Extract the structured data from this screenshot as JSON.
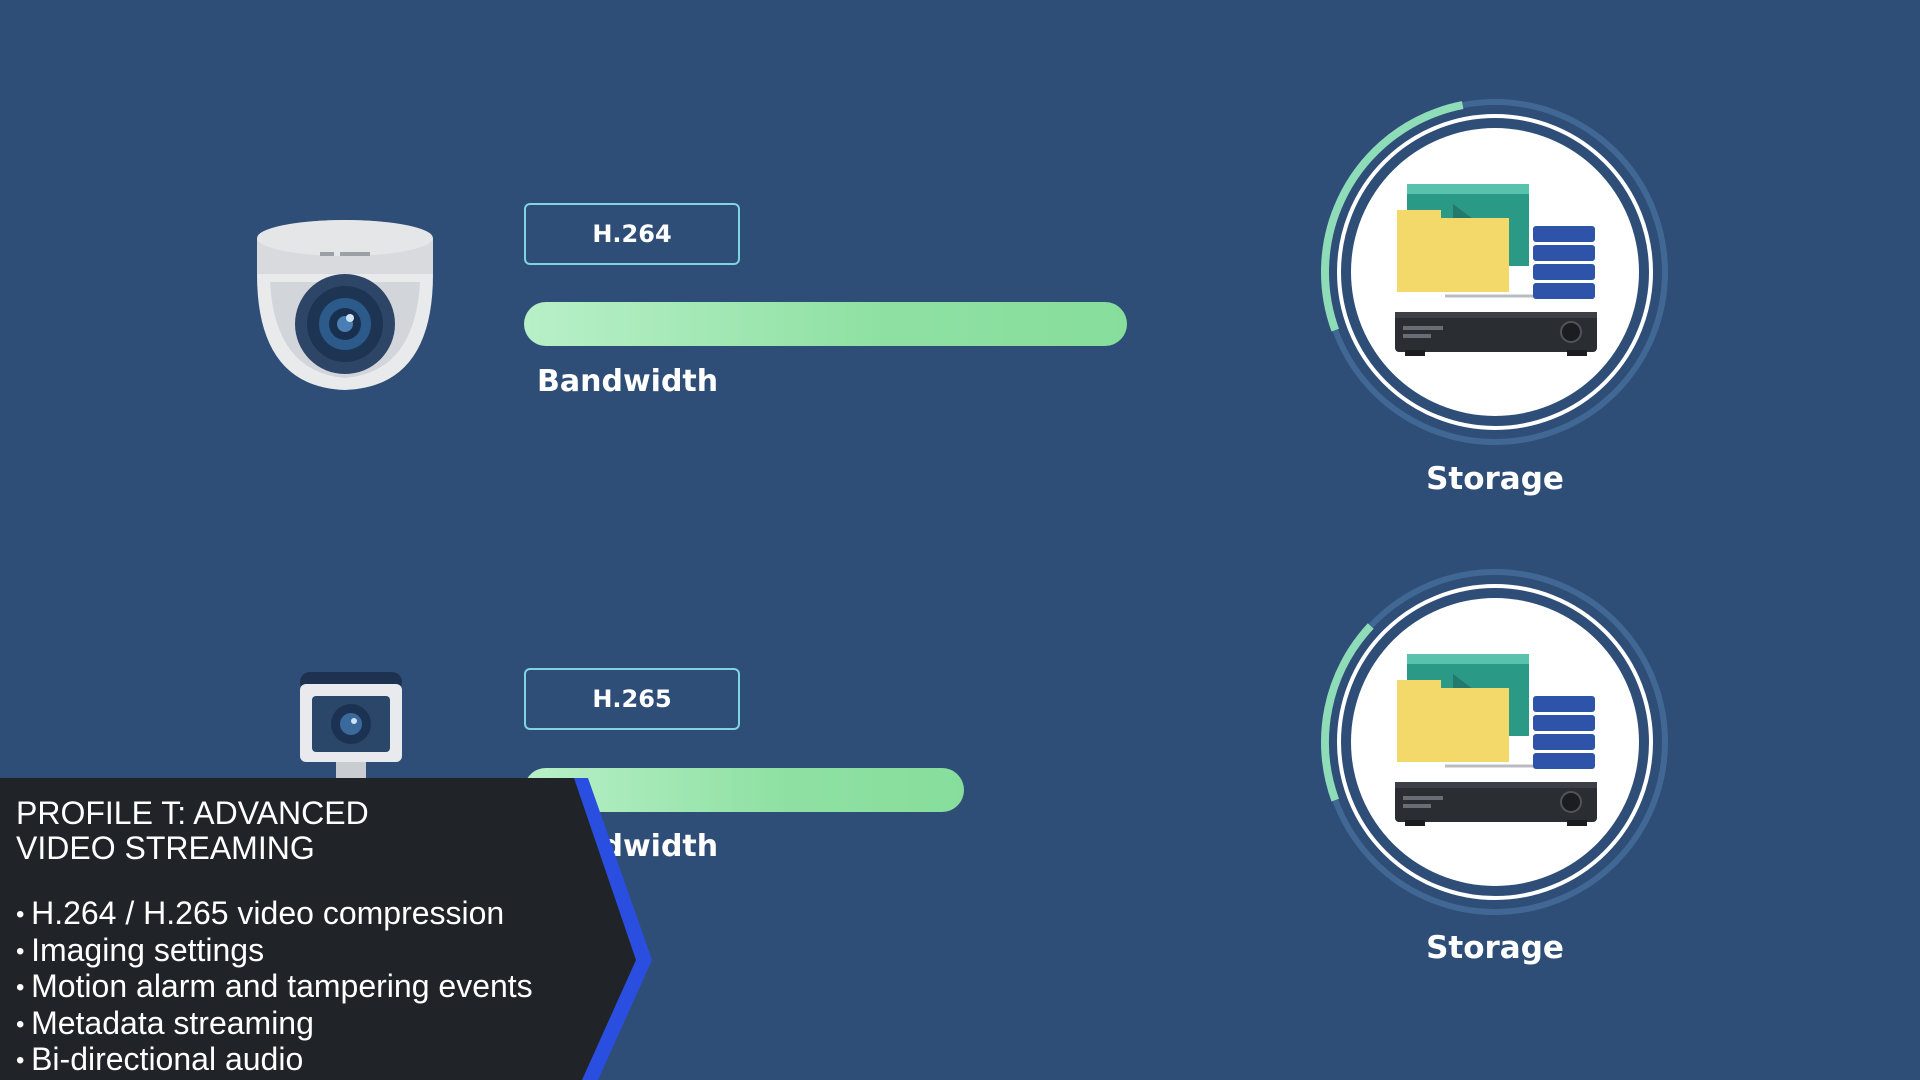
{
  "rows": [
    {
      "codec": "H.264",
      "bandwidth_label": "Bandwidth",
      "bandwidth_fraction": 1.0,
      "storage_label": "Storage",
      "storage_fraction": 0.55
    },
    {
      "codec": "H.265",
      "bandwidth_label": "Bandwidth",
      "bandwidth_fraction": 0.73,
      "storage_label": "Storage",
      "storage_fraction": 0.35
    }
  ],
  "overlay": {
    "title_line1": "PROFILE T: ADVANCED",
    "title_line2": "VIDEO STREAMING",
    "items": [
      "H.264 / H.265 video compression",
      "Imaging settings",
      "Motion alarm and tampering events",
      "Metadata streaming",
      "Bi-directional audio"
    ]
  },
  "colors": {
    "background": "#2e4e78",
    "bar_green": "#8ee0a2",
    "label_border": "#7fd4e0",
    "overlay_bg": "#202428",
    "overlay_accent": "#2a4fe0"
  },
  "icons": [
    "dome-camera-icon",
    "bullet-camera-icon",
    "storage-nvr-icon"
  ]
}
